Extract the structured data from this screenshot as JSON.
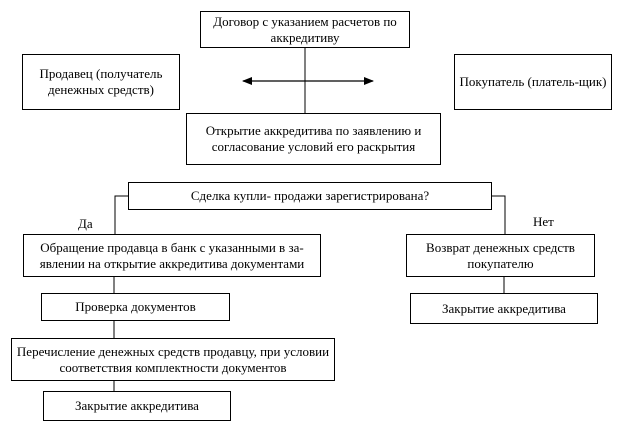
{
  "diagram": {
    "contract": "Договор с указанием расчетов по аккредитиву",
    "seller": "Продавец (получатель денежных средств)",
    "buyer": "Покупатель (платель-щик)",
    "opening": "Открытие аккредитива по заявлению и согласование условий его раскрытия",
    "question": "Сделка купли- продажи зарегистрирована?",
    "yes_label": "Да",
    "no_label": "Нет",
    "yes_branch": {
      "submit_documents": "Обращение продавца в банк с указанными в за-явлении на открытие аккредитива документами",
      "check_documents": "Проверка документов",
      "transfer_funds": "Перечисление денежных средств продавцу, при условии соответствия комплектности документов",
      "close": "Закрытие аккредитива"
    },
    "no_branch": {
      "refund": "Возврат денежных средств покупателю",
      "close": "Закрытие аккредитива"
    }
  }
}
